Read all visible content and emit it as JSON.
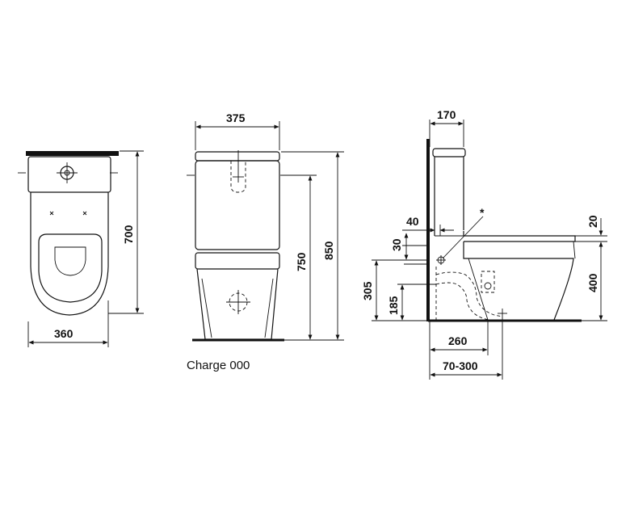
{
  "top_view": {
    "width_label": "360",
    "depth_label": "700"
  },
  "front_view": {
    "width_label": "375",
    "height_label_inner": "750",
    "height_label_outer": "850",
    "caption": "Charge 000"
  },
  "side_view": {
    "top_width_label": "170",
    "offset_label": "40",
    "offset_vertical_label": "30",
    "marker_label": "*",
    "rim_thickness_label": "20",
    "seat_height_label": "400",
    "outlet_height_outer_label": "305",
    "outlet_height_inner_label": "185",
    "outlet_distance_label": "260",
    "outlet_range_label": "70-300"
  }
}
